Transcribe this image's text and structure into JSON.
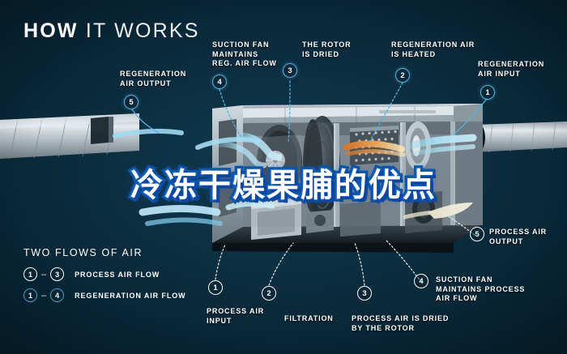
{
  "headline": {
    "bold_part": "HOW",
    "light_part": "IT WORKS"
  },
  "overlay_title": "冷冻干燥果脯的优点",
  "callouts": {
    "top": [
      {
        "id": "regeneration-air-output",
        "number": "5",
        "label": "REGENERATION\nAIR OUTPUT",
        "style": "blue"
      },
      {
        "id": "suction-fan-reg",
        "number": "4",
        "label": "SUCTION FAN\nMAINTAINS\nREG. AIR FLOW",
        "style": "blue"
      },
      {
        "id": "rotor-is-dried",
        "number": "3",
        "label": "THE ROTOR\nIS DRIED",
        "style": "blue"
      },
      {
        "id": "regeneration-air-heated",
        "number": "2",
        "label": "REGENERATION AIR\nIS HEATED",
        "style": "blue"
      },
      {
        "id": "regeneration-air-input",
        "number": "1",
        "label": "REGENERATION\nAIR INPUT",
        "style": "blue"
      }
    ],
    "bottom": [
      {
        "id": "process-air-input",
        "number": "1",
        "label": "PROCESS AIR\nINPUT",
        "style": "white"
      },
      {
        "id": "filtration",
        "number": "2",
        "label": "FILTRATION",
        "style": "white"
      },
      {
        "id": "process-air-dried",
        "number": "3",
        "label": "PROCESS AIR IS DRIED\nBY THE ROTOR",
        "style": "white"
      },
      {
        "id": "suction-fan-process",
        "number": "4",
        "label": "SUCTION FAN\nMAINTAINS PROCESS\nAIR FLOW",
        "style": "white"
      }
    ],
    "right": [
      {
        "id": "process-air-output",
        "number": "5",
        "label": "PROCESS AIR\nOUTPUT",
        "style": "white"
      }
    ]
  },
  "legend": {
    "title": "TWO FLOWS OF AIR",
    "rows": [
      {
        "from": "1",
        "dash": "–",
        "to": "3",
        "text": "PROCESS AIR FLOW",
        "style": "white"
      },
      {
        "from": "1",
        "dash": "–",
        "to": "4",
        "text": "REGENERATION AIR FLOW",
        "style": "blue"
      }
    ]
  },
  "colors": {
    "background": "#082433",
    "accent_blue": "#4fb6de",
    "heat_orange": "#e8923a",
    "metal": "#c9d2d7",
    "text": "#ffffff"
  }
}
